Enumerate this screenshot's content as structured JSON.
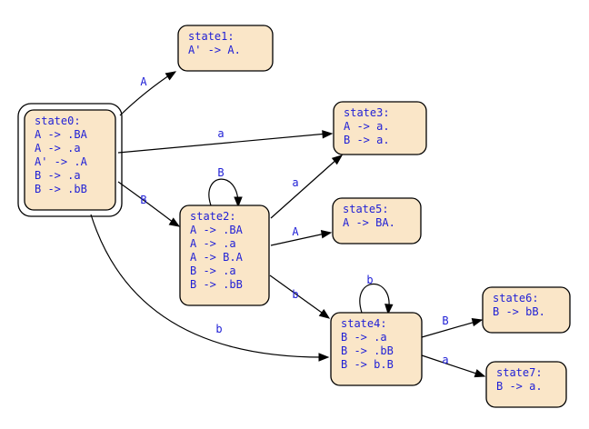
{
  "states": [
    {
      "id": "state0",
      "title": "state0:",
      "items": [
        "A -> .BA",
        "A -> .a",
        "A' -> .A",
        "B -> .a",
        "B -> .bB"
      ],
      "accepting": true
    },
    {
      "id": "state1",
      "title": "state1:",
      "items": [
        "A' -> A."
      ]
    },
    {
      "id": "state2",
      "title": "state2:",
      "items": [
        "A -> .BA",
        "A -> .a",
        "A -> B.A",
        "B -> .a",
        "B -> .bB"
      ]
    },
    {
      "id": "state3",
      "title": "state3:",
      "items": [
        "A -> a.",
        "B -> a."
      ]
    },
    {
      "id": "state4",
      "title": "state4:",
      "items": [
        "B -> .a",
        "B -> .bB",
        "B -> b.B"
      ]
    },
    {
      "id": "state5",
      "title": "state5:",
      "items": [
        "A -> BA."
      ]
    },
    {
      "id": "state6",
      "title": "state6:",
      "items": [
        "B -> bB."
      ]
    },
    {
      "id": "state7",
      "title": "state7:",
      "items": [
        "B -> a."
      ]
    }
  ],
  "transitions": [
    {
      "from": "state0",
      "to": "state1",
      "label": "A"
    },
    {
      "from": "state0",
      "to": "state3",
      "label": "a"
    },
    {
      "from": "state0",
      "to": "state2",
      "label": "B"
    },
    {
      "from": "state0",
      "to": "state4",
      "label": "b"
    },
    {
      "from": "state2",
      "to": "state2",
      "label": "B"
    },
    {
      "from": "state2",
      "to": "state3",
      "label": "a"
    },
    {
      "from": "state2",
      "to": "state5",
      "label": "A"
    },
    {
      "from": "state2",
      "to": "state4",
      "label": "b"
    },
    {
      "from": "state4",
      "to": "state4",
      "label": "b"
    },
    {
      "from": "state4",
      "to": "state6",
      "label": "B"
    },
    {
      "from": "state4",
      "to": "state7",
      "label": "a"
    }
  ],
  "colors": {
    "node_fill": "#fae6c8",
    "text": "#1f1fd6",
    "stroke": "#000000"
  }
}
